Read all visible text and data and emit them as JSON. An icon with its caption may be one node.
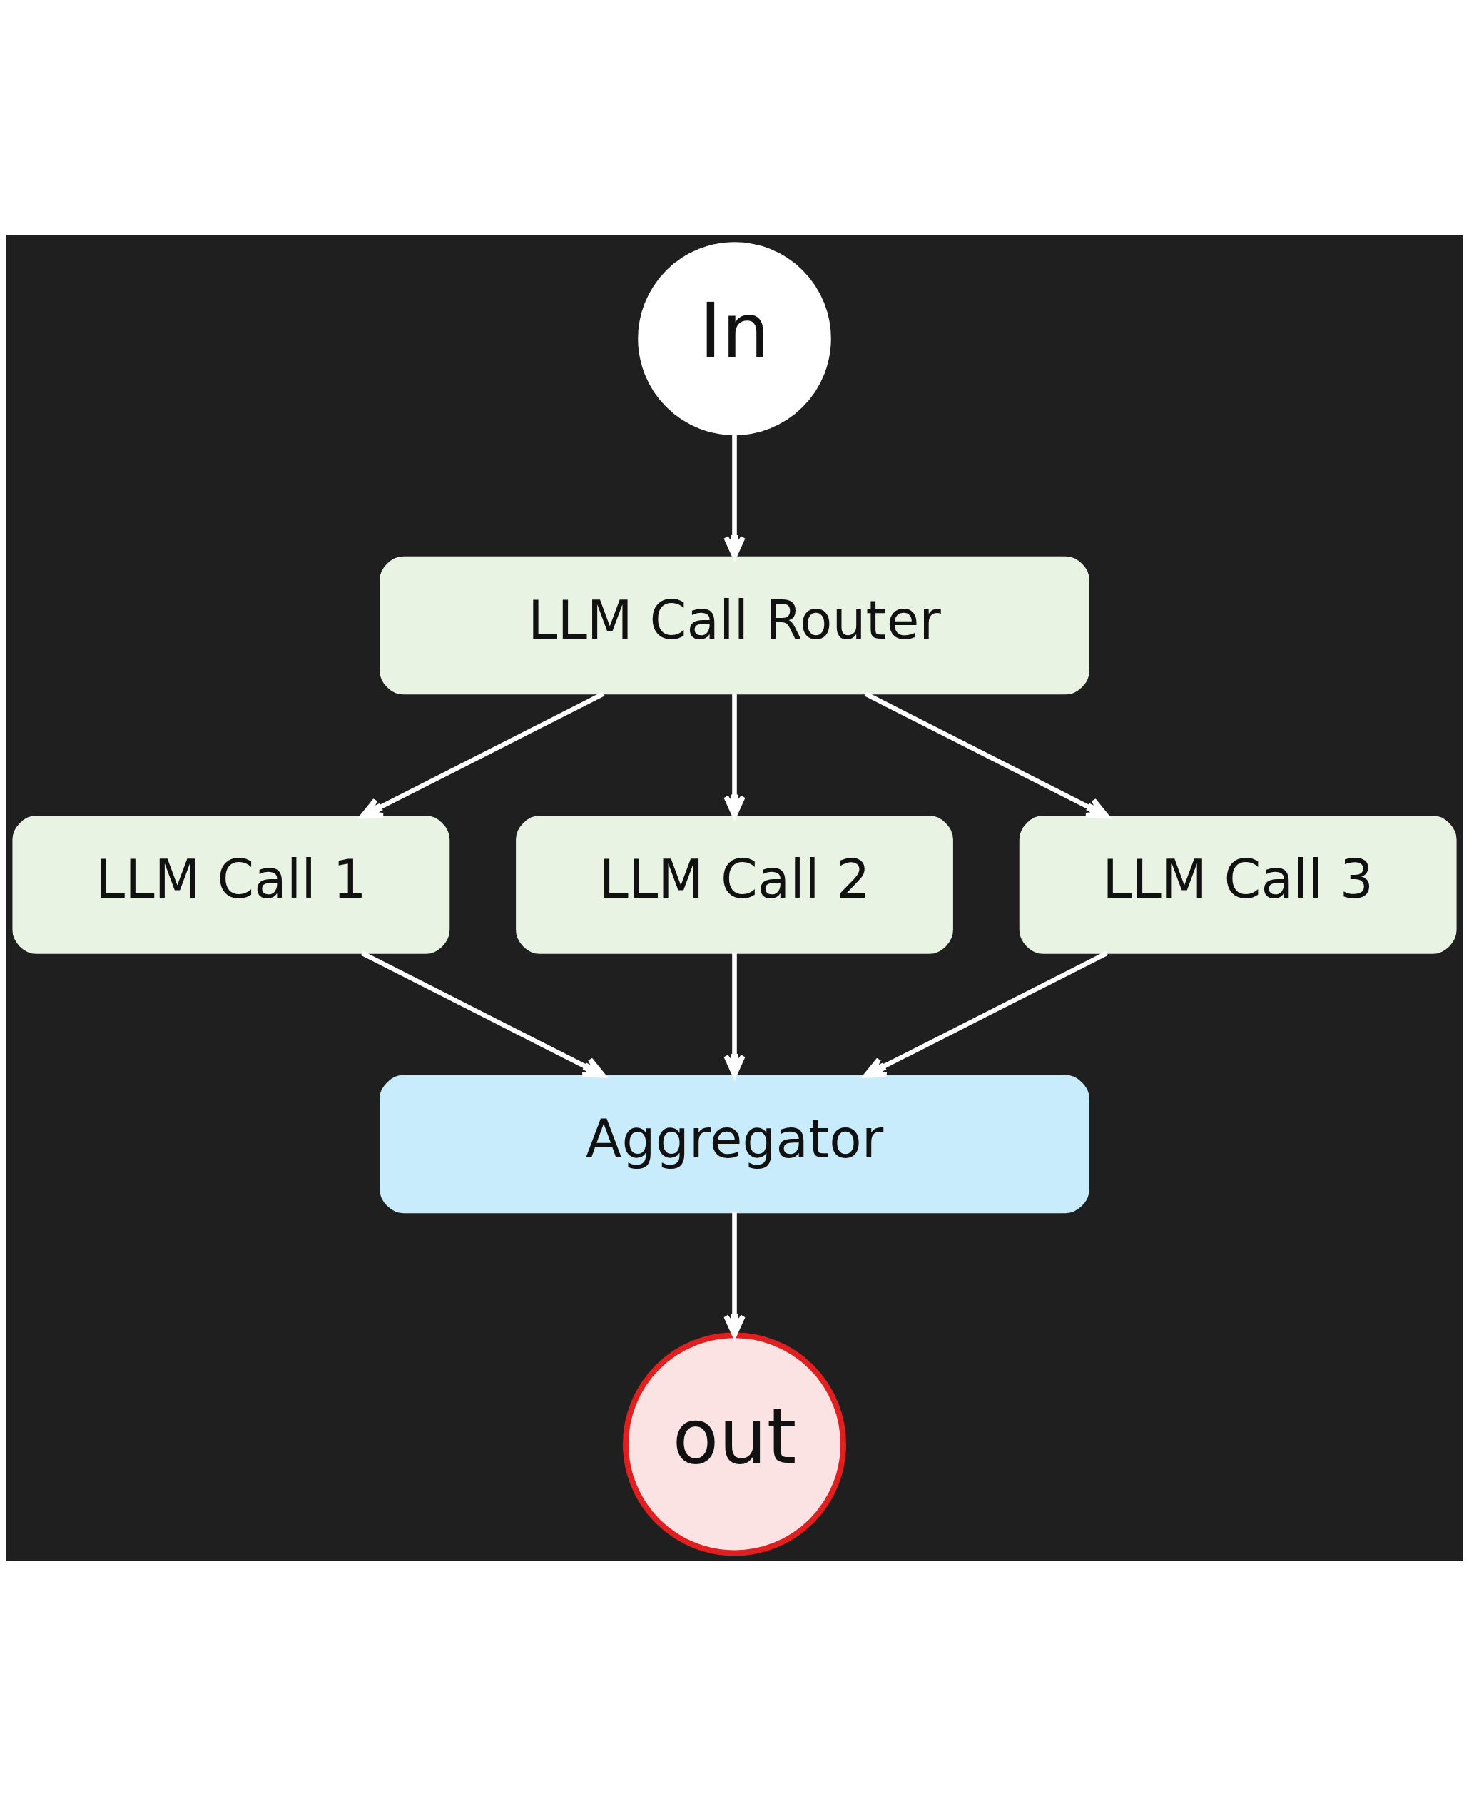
{
  "diagram": {
    "nodes": [
      {
        "text": [
          "In"
        ]
      },
      {
        "text": [
          "LLM Call Router"
        ]
      },
      {
        "text": [
          "LLM Call 1"
        ]
      },
      {
        "text": [
          "LLM Call 2"
        ]
      },
      {
        "text": [
          "LLM Call 3"
        ]
      },
      {
        "text": [
          "Aggregator"
        ]
      },
      {
        "text": [
          "out"
        ]
      }
    ],
    "edges": [
      {
        "from": 0,
        "to": 1,
        "arrow": "to"
      },
      {
        "from": 1,
        "to": 2,
        "arrow": "to"
      },
      {
        "from": 1,
        "to": 3,
        "arrow": "to"
      },
      {
        "from": 1,
        "to": 4,
        "arrow": "to"
      },
      {
        "from": 2,
        "to": 5,
        "arrow": "to"
      },
      {
        "from": 3,
        "to": 5,
        "arrow": "to"
      },
      {
        "from": 4,
        "to": 5,
        "arrow": "to"
      },
      {
        "from": 5,
        "to": 6,
        "arrow": "to"
      }
    ]
  }
}
